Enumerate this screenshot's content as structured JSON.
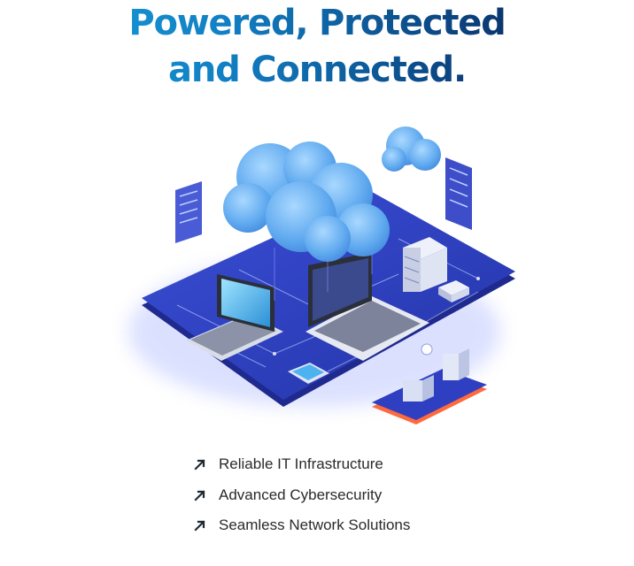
{
  "headline": {
    "line1": "Powered, Protected",
    "line2": "and Connected."
  },
  "illustration": {
    "icon": "cloud-network-illustration",
    "colors": {
      "platform": "#2f3fc2",
      "platform_edge": "#1f2a8e",
      "cloud": "#6fb6f2",
      "accent": "#ff6a3d"
    }
  },
  "features": [
    {
      "icon": "arrow-up-right-icon",
      "label": "Reliable IT Infrastructure"
    },
    {
      "icon": "arrow-up-right-icon",
      "label": "Advanced Cybersecurity"
    },
    {
      "icon": "arrow-up-right-icon",
      "label": "Seamless Network Solutions"
    }
  ]
}
